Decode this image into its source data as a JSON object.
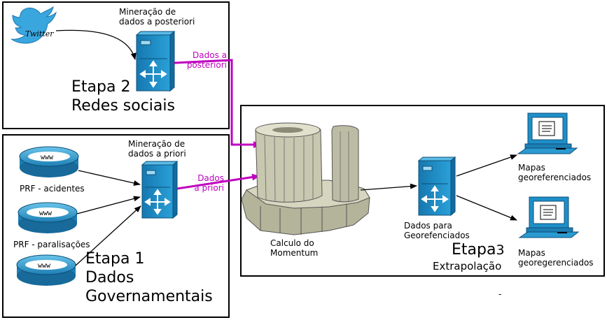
{
  "stage2": {
    "title_line1": "Etapa 2",
    "title_line2": "Redes sociais",
    "mining_line1": "Mineração de",
    "mining_line2": "dados a posteriori",
    "data_line1": "Dados a",
    "data_line2": "posteriori"
  },
  "stage1": {
    "title_line1": "Etapa 1",
    "title_line2": "Dados",
    "title_line3": "Governamentais",
    "mining_line1": "Mineração de",
    "mining_line2": "dados a priori",
    "data_line1": "Dados",
    "data_line2": "a priori",
    "sources": [
      "PRF - acidentes",
      "PRF - paralisações",
      ""
    ]
  },
  "stage3": {
    "title_main": "Etapa",
    "title_num": "3",
    "subtitle": "Extrapolação",
    "compute_line1": "Calculo do",
    "compute_line2": "Momentum",
    "geo_line1": "Dados para",
    "geo_line2": "Georefenciados",
    "map1_line1": "Mapas",
    "map1_line2": "georeferenciados",
    "map2_line1": "Mapas",
    "map2_line2": "georegerenciados"
  },
  "twitter_text": "Twitter",
  "www_text": "www",
  "stray_mark": "-",
  "colors": {
    "arrow_magenta": "#c000c0",
    "server_blue": "#1f8fc8",
    "router_blue": "#2a9ad0",
    "column_stone": "#c8c8b0"
  }
}
